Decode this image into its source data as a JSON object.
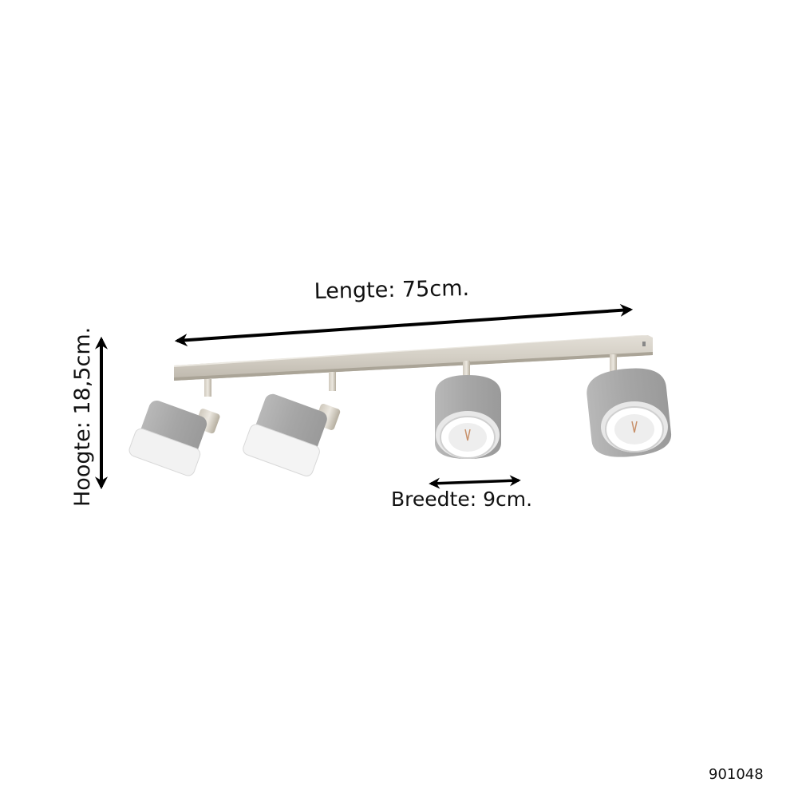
{
  "dimensions": {
    "length": "Lengte: 75cm.",
    "height": "Hoogte: 18,5cm.",
    "width": "Breedte: 9cm."
  },
  "product": {
    "code": "901048",
    "spot_count": 4
  },
  "colors": {
    "bar": "#d5d0c6",
    "bar_shadow": "#b9b3a8",
    "shade": "#a9a9a9",
    "shade_light": "#c4c4c4",
    "diffuser": "#f4f4f4",
    "arrow": "#000000"
  }
}
